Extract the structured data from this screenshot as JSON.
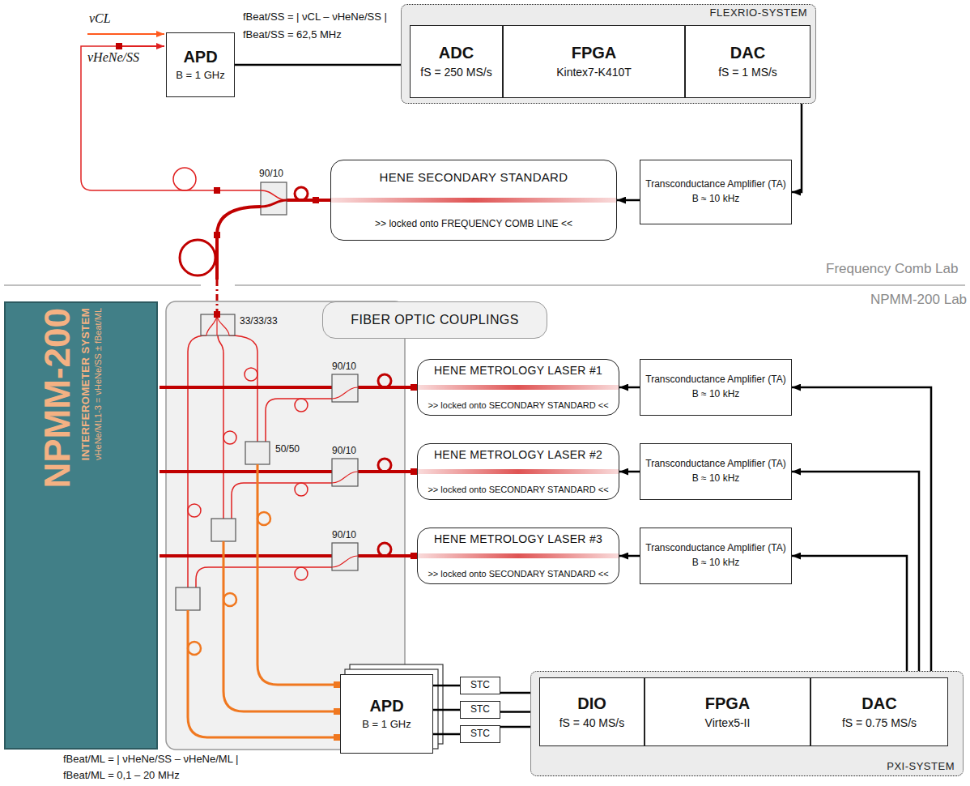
{
  "diagram": {
    "nodes": [
      {
        "text": [
          "FLEXRIO-SYSTEM"
        ]
      },
      {
        "text": [
          "ADC",
          "fS = 250 MS/s"
        ],
        "in": 0
      },
      {
        "text": [
          "FPGA",
          "Kintex7-K410T"
        ],
        "in": 0
      },
      {
        "text": [
          "DAC",
          "fS = 1 MS/s"
        ],
        "in": 0
      },
      {
        "text": [
          "APD",
          "B = 1 GHz"
        ]
      },
      {
        "text": [
          "HENE SECONDARY STANDARD",
          ">> locked onto FREQUENCY COMB LINE <<"
        ]
      },
      {
        "text": [
          "Transconductance Amplifier (TA)",
          "B ≈ 10 kHz"
        ]
      },
      {
        "text": [
          "NPMM-200",
          "INTERFEROMETER SYSTEM",
          "νHeNe/ML1-3 = νHeNe/SS ± fBeat/ML"
        ]
      },
      {
        "text": [
          "FIBER OPTIC COUPLINGS"
        ]
      },
      {
        "text": [
          "HENE METROLOGY LASER #1",
          ">> locked onto SECONDARY STANDARD <<"
        ]
      },
      {
        "text": [
          "HENE METROLOGY LASER #2",
          ">> locked onto SECONDARY STANDARD <<"
        ]
      },
      {
        "text": [
          "HENE METROLOGY LASER #3",
          ">> locked onto SECONDARY STANDARD <<"
        ]
      },
      {
        "text": [
          "Transconductance Amplifier (TA)",
          "B ≈ 10 kHz"
        ]
      },
      {
        "text": [
          "Transconductance Amplifier (TA)",
          "B ≈ 10 kHz"
        ]
      },
      {
        "text": [
          "Transconductance Amplifier (TA)",
          "B ≈ 10 kHz"
        ]
      },
      {
        "text": [
          "APD",
          "B = 1 GHz"
        ]
      },
      {
        "text": [
          "STC"
        ]
      },
      {
        "text": [
          "STC"
        ]
      },
      {
        "text": [
          "STC"
        ]
      },
      {
        "text": [
          "PXI-SYSTEM"
        ]
      },
      {
        "text": [
          "DIO",
          "fS = 40 MS/s"
        ],
        "in": 19
      },
      {
        "text": [
          "FPGA",
          "Virtex5-II"
        ],
        "in": 19
      },
      {
        "text": [
          "DAC",
          "fS = 0.75 MS/s"
        ],
        "in": 19
      }
    ],
    "edges": [
      {
        "from": 4,
        "to": 1,
        "arrow": "to"
      },
      {
        "from": 3,
        "to": 6,
        "arrow": "to"
      },
      {
        "from": 6,
        "to": 5,
        "arrow": "to"
      },
      {
        "from": 12,
        "to": 9,
        "arrow": "to"
      },
      {
        "from": 13,
        "to": 10,
        "arrow": "to"
      },
      {
        "from": 14,
        "to": 11,
        "arrow": "to"
      },
      {
        "from": 22,
        "to": 12,
        "arrow": "to"
      },
      {
        "from": 22,
        "to": 13,
        "arrow": "to"
      },
      {
        "from": 22,
        "to": 14,
        "arrow": "to"
      },
      {
        "from": 15,
        "to": 16,
        "arrow": "none"
      },
      {
        "from": 15,
        "to": 17,
        "arrow": "none"
      },
      {
        "from": 15,
        "to": 18,
        "arrow": "none"
      },
      {
        "from": 16,
        "to": 20,
        "arrow": "to"
      },
      {
        "from": 17,
        "to": 20,
        "arrow": "to"
      },
      {
        "from": 18,
        "to": 20,
        "arrow": "to"
      }
    ],
    "labels": [
      "νCL",
      "νHeNe/SS",
      "fBeat/SS = | νCL – νHeNe/SS |",
      "fBeat/SS = 62,5 MHz",
      "90/10",
      "Frequency Comb Lab",
      "NPMM-200 Lab",
      "33/33/33",
      "90/10",
      "50/50",
      "90/10",
      "90/10",
      "fBeat/ML = | νHeNe/SS – νHeNe/ML |",
      "fBeat/ML = 0,1 – 20 MHz"
    ]
  }
}
